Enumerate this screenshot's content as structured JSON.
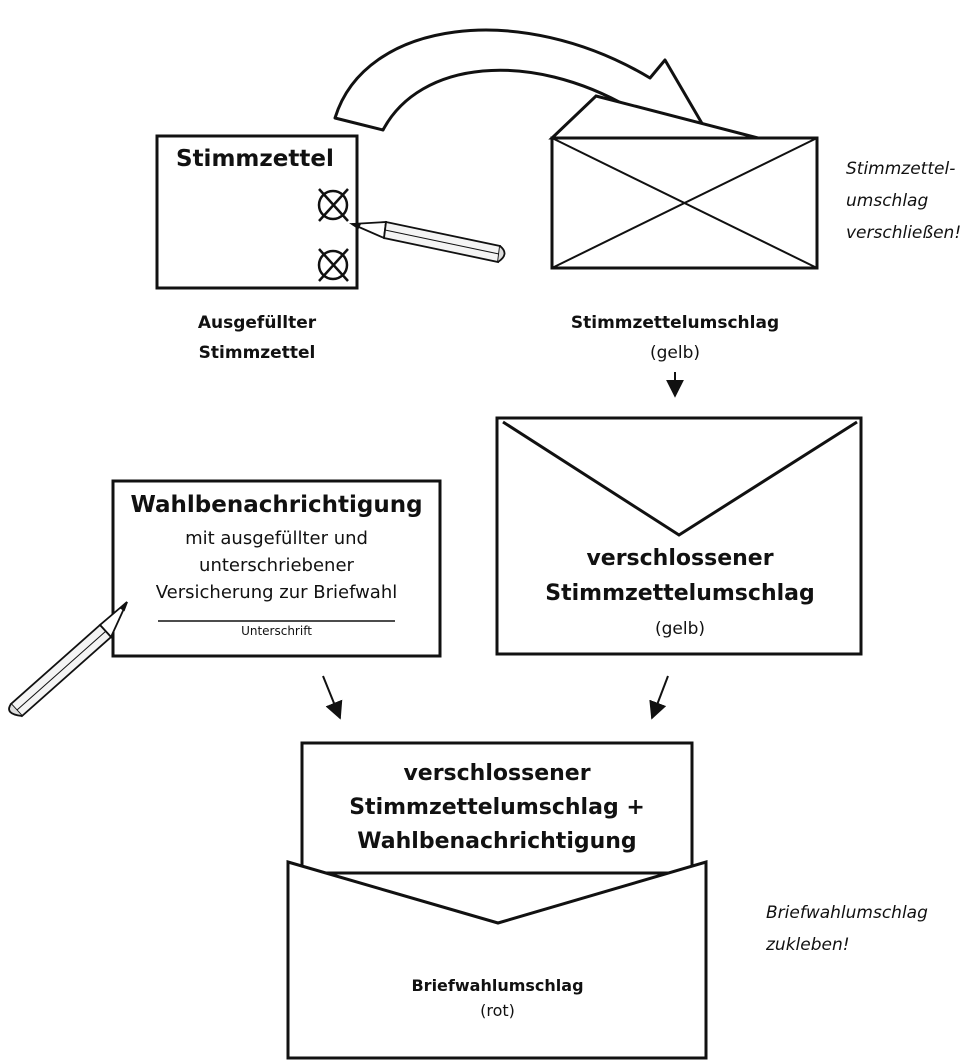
{
  "ballot": {
    "title": "Stimmzettel",
    "caption_line1": "Ausgefüllter",
    "caption_line2": "Stimmzettel"
  },
  "ballot_envelope": {
    "label": "Stimmzettelumschlag",
    "color_note": "(gelb)",
    "instruction_line1": "Stimmzettel-",
    "instruction_line2": "umschlag",
    "instruction_line3": "verschließen!"
  },
  "sealed_envelope": {
    "line1": "verschlossener",
    "line2": "Stimmzettelumschlag",
    "color_note": "(gelb)"
  },
  "notification": {
    "title": "Wahlbenachrichtigung",
    "line1": "mit ausgefüllter und",
    "line2": "unterschriebener",
    "line3": "Versicherung zur Briefwahl",
    "signature_label": "Unterschrift"
  },
  "postal_envelope": {
    "content_line1": "verschlossener",
    "content_line2": "Stimmzettelumschlag +",
    "content_line3": "Wahlbenachrichtigung",
    "label": "Briefwahlumschlag",
    "color_note": "(rot)",
    "instruction_line1": "Briefwahlumschlag",
    "instruction_line2": "zukleben!"
  },
  "icons": [
    "ballot-cross-mark-icon",
    "pencil-icon",
    "curved-arrow-icon",
    "down-arrow-icon",
    "envelope-icon"
  ]
}
